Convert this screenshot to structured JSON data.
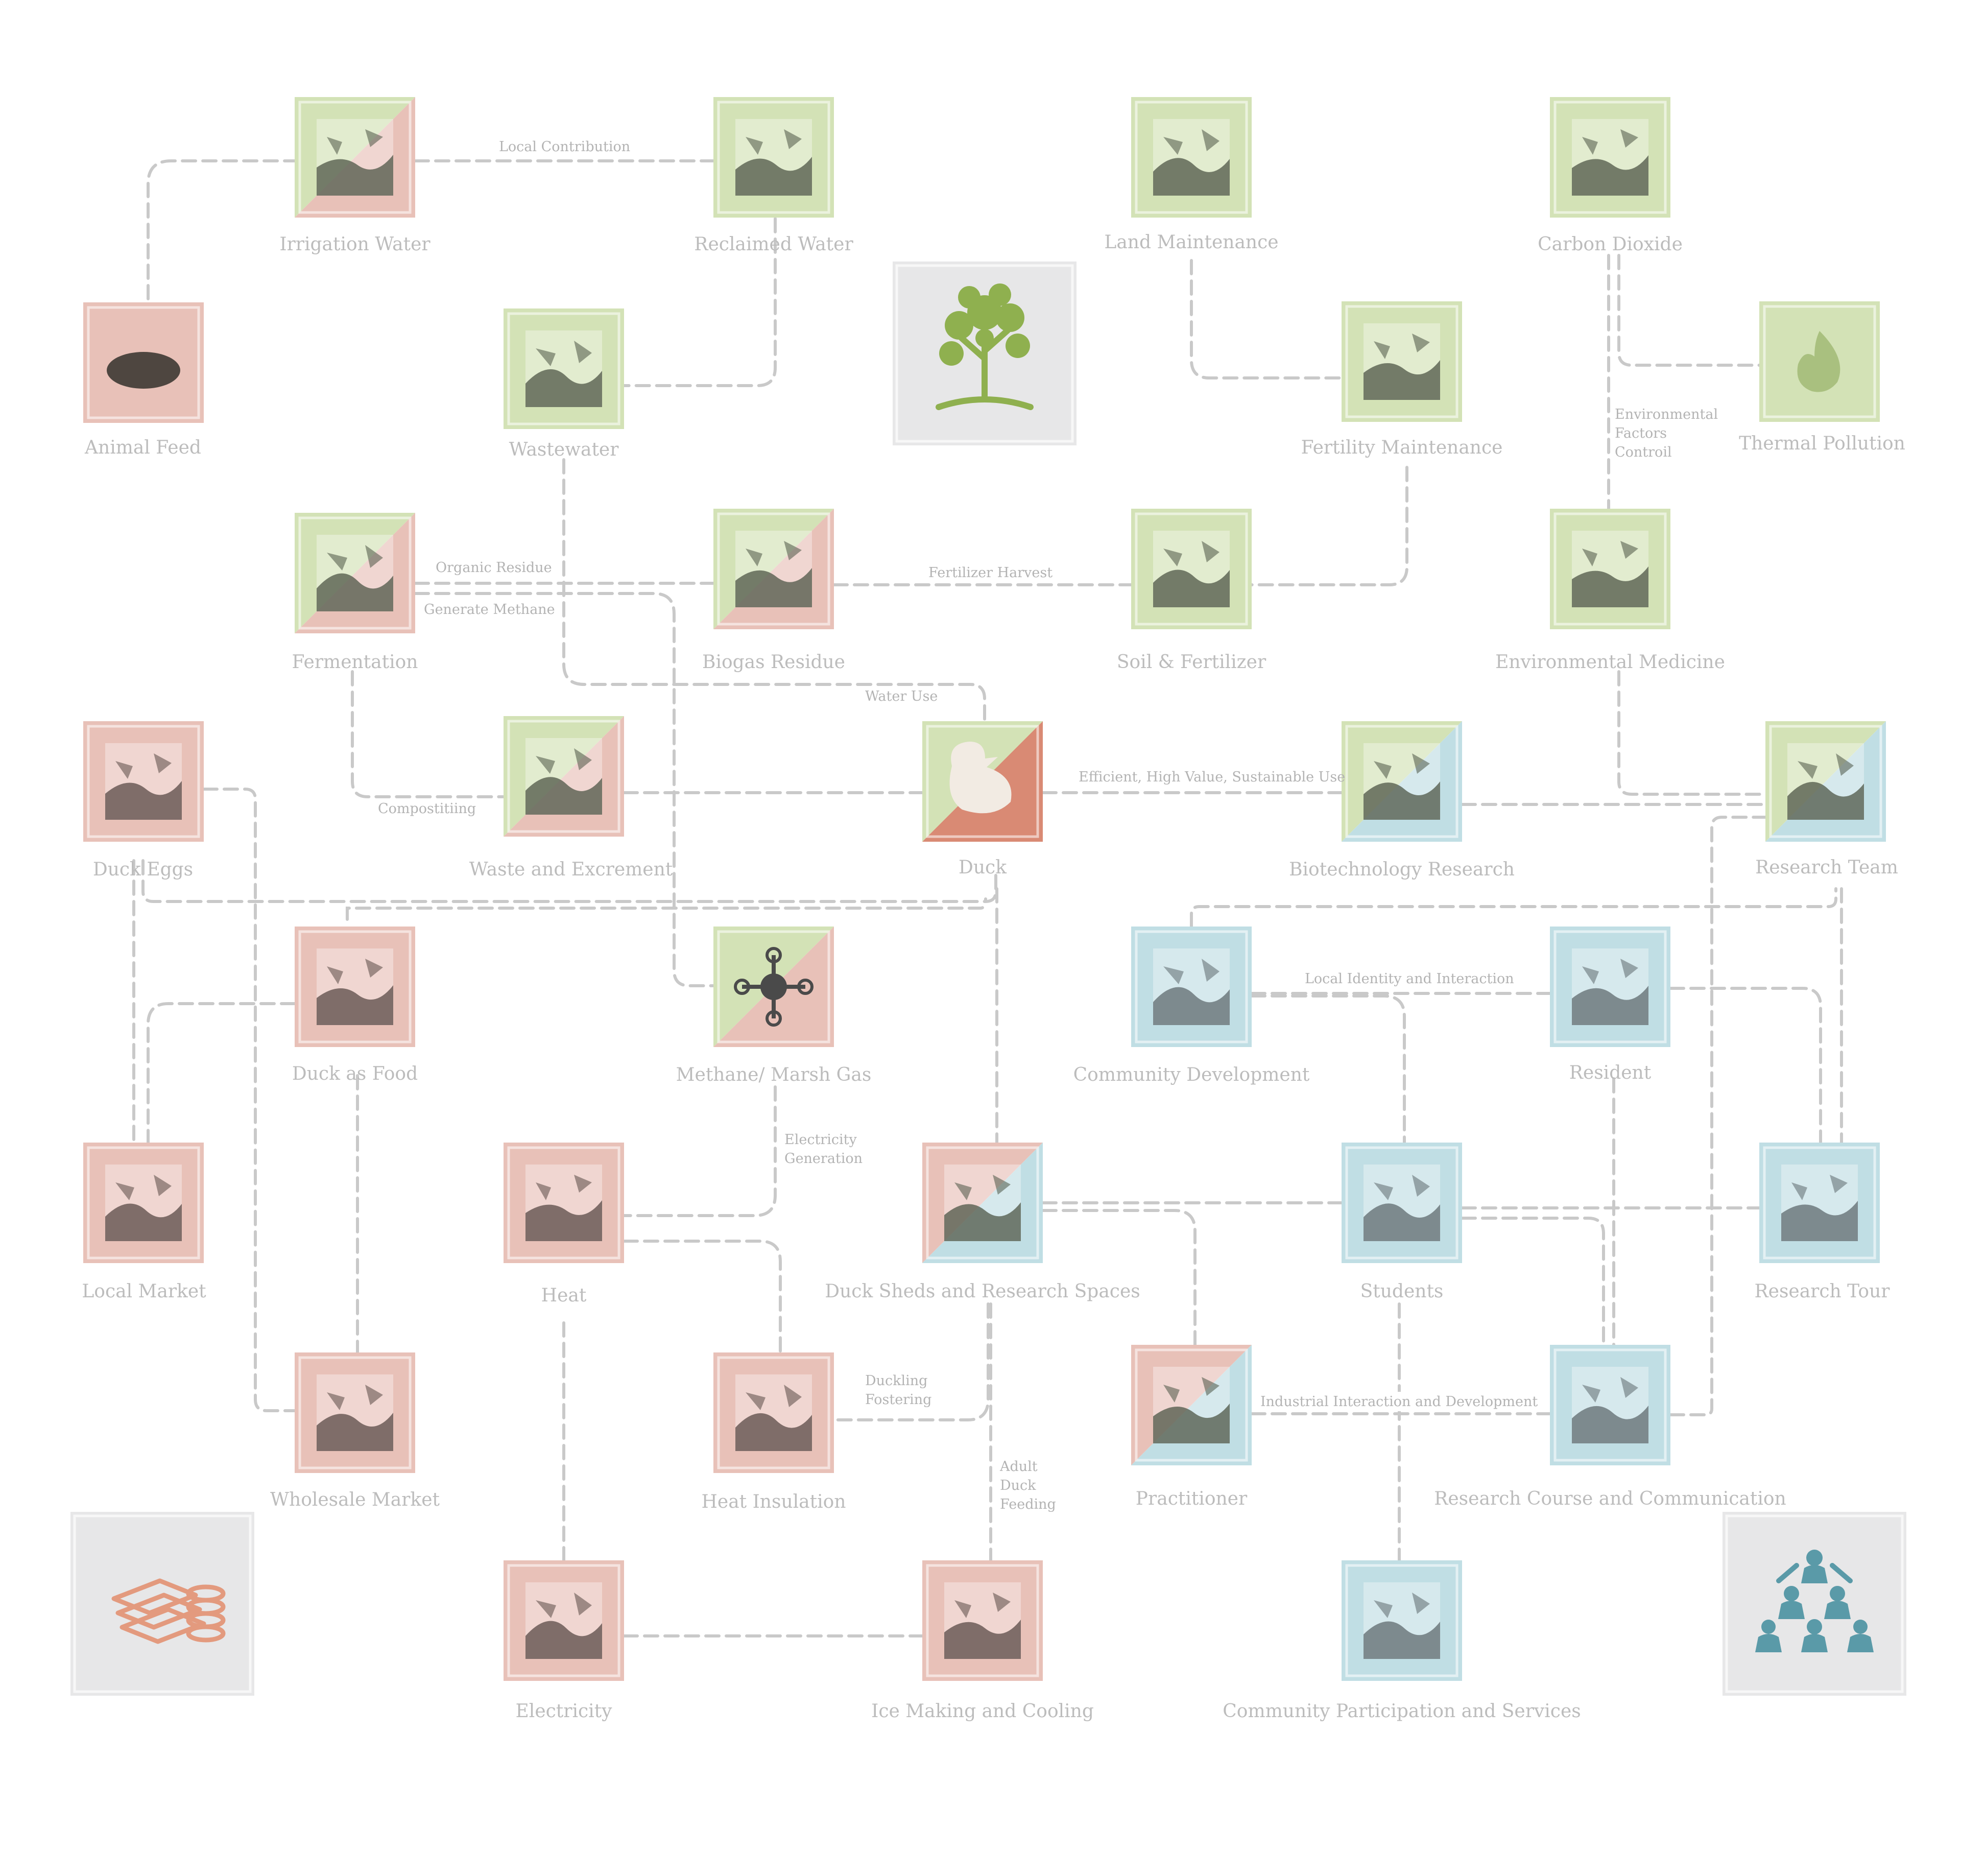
{
  "colors": {
    "eco": "#d3e2b6",
    "economy": "#e8c1b8",
    "social": "#c0dee4",
    "economy_strong": "#d98a74",
    "icon_panel": "#e7e7e8",
    "line": "#c9c9c9",
    "label": "#bcbcbc"
  },
  "nodes": [
    {
      "id": "irrigation_water",
      "label": "Irrigation Water",
      "category": "eco-economy",
      "icon": "water-landscape-icon"
    },
    {
      "id": "reclaimed_water",
      "label": "Reclaimed Water",
      "category": "eco",
      "icon": "water-ripple-icon"
    },
    {
      "id": "land_maintenance",
      "label": "Land Maintenance",
      "category": "eco",
      "icon": "field-worker-icon"
    },
    {
      "id": "carbon_dioxide",
      "label": "Carbon Dioxide",
      "category": "eco",
      "icon": "smoke-cloud-icon"
    },
    {
      "id": "animal_feed",
      "label": "Animal Feed",
      "category": "economy",
      "icon": "grain-pile-icon"
    },
    {
      "id": "wastewater",
      "label": "Wastewater",
      "category": "eco",
      "icon": "drain-water-icon"
    },
    {
      "id": "fertility_maintenance",
      "label": "Fertility Maintenance",
      "category": "eco",
      "icon": "soil-block-icon"
    },
    {
      "id": "thermal_pollution",
      "label": "Thermal Pollution",
      "category": "eco",
      "icon": "flame-icon"
    },
    {
      "id": "fermentation",
      "label": "Fermentation",
      "category": "eco-economy",
      "icon": "fermentation-tank-icon"
    },
    {
      "id": "biogas_residue",
      "label": "Biogas Residue",
      "category": "eco-economy",
      "icon": "hands-residue-icon"
    },
    {
      "id": "soil_fertilizer",
      "label": "Soil & Fertilizer",
      "category": "eco",
      "icon": "sprout-soil-icon"
    },
    {
      "id": "environmental_medicine",
      "label": "Environmental Medicine",
      "category": "eco",
      "icon": "herbs-icon"
    },
    {
      "id": "duck_eggs",
      "label": "Duck Eggs",
      "category": "economy",
      "icon": "eggs-icon"
    },
    {
      "id": "waste_excrement",
      "label": "Waste and Excrement",
      "category": "eco-economy",
      "icon": "excrement-icon"
    },
    {
      "id": "duck",
      "label": "Duck",
      "category": "duck",
      "icon": "duck-icon"
    },
    {
      "id": "biotech_research",
      "label": "Biotechnology Research",
      "category": "eco-social",
      "icon": "lab-research-icon"
    },
    {
      "id": "research_team",
      "label": "Research Team",
      "category": "eco-social",
      "icon": "researchers-icon"
    },
    {
      "id": "duck_as_food",
      "label": "Duck as Food",
      "category": "economy",
      "icon": "roast-duck-icon"
    },
    {
      "id": "methane",
      "label": "Methane/ Marsh Gas",
      "category": "eco-economy",
      "icon": "molecule-icon"
    },
    {
      "id": "community_development",
      "label": "Community Development",
      "category": "social",
      "icon": "building-structure-icon"
    },
    {
      "id": "resident",
      "label": "Resident",
      "category": "social",
      "icon": "residents-icon"
    },
    {
      "id": "local_market",
      "label": "Local Market",
      "category": "economy",
      "icon": "market-stall-icon"
    },
    {
      "id": "heat",
      "label": "Heat",
      "category": "economy",
      "icon": "sunset-icon"
    },
    {
      "id": "duck_sheds",
      "label": "Duck Sheds and Research Spaces",
      "category": "economy-social",
      "icon": "greenhouse-icon"
    },
    {
      "id": "students",
      "label": "Students",
      "category": "social",
      "icon": "student-icon"
    },
    {
      "id": "research_tour",
      "label": "Research Tour",
      "category": "social",
      "icon": "tour-group-icon"
    },
    {
      "id": "wholesale_market",
      "label": "Wholesale Market",
      "category": "economy",
      "icon": "warehouse-icon"
    },
    {
      "id": "heat_insulation",
      "label": "Heat Insulation",
      "category": "economy",
      "icon": "ducklings-heat-icon"
    },
    {
      "id": "practitioner",
      "label": "Practitioner",
      "category": "economy-social",
      "icon": "crowd-icon"
    },
    {
      "id": "research_course",
      "label": "Research Course and Communication",
      "category": "social",
      "icon": "classroom-icon"
    },
    {
      "id": "electricity",
      "label": "Electricity",
      "category": "economy",
      "icon": "lightning-icon"
    },
    {
      "id": "ice_making",
      "label": "Ice Making and Cooling",
      "category": "economy",
      "icon": "ice-cubes-icon"
    },
    {
      "id": "community_participation",
      "label": "Community Participation and Services",
      "category": "social",
      "icon": "volunteers-icon"
    }
  ],
  "feature_icons": [
    {
      "id": "ecology",
      "icon": "tree-icon",
      "color": "#8fb04f"
    },
    {
      "id": "economy",
      "icon": "money-coins-icon",
      "color": "#e39a7e"
    },
    {
      "id": "society",
      "icon": "people-pyramid-icon",
      "color": "#5a9aa8"
    }
  ],
  "edge_labels": [
    {
      "id": "local_contribution",
      "lines": [
        "Local Contribution"
      ]
    },
    {
      "id": "organic_residue",
      "lines": [
        "Organic Residue"
      ]
    },
    {
      "id": "generate_methane",
      "lines": [
        "Generate Methane"
      ]
    },
    {
      "id": "fertilizer_harvest",
      "lines": [
        "Fertilizer Harvest"
      ]
    },
    {
      "id": "environmental_factors",
      "lines": [
        "Environmental",
        "Factors",
        "Controil"
      ]
    },
    {
      "id": "water_use",
      "lines": [
        "Water Use"
      ]
    },
    {
      "id": "compostiting",
      "lines": [
        "Compostitiing"
      ]
    },
    {
      "id": "efficient_use",
      "lines": [
        "Efficient, High Value, Sustainable Use"
      ]
    },
    {
      "id": "local_identity",
      "lines": [
        "Local Identity and Interaction"
      ]
    },
    {
      "id": "electricity_generation",
      "lines": [
        "Electricity",
        "Generation"
      ]
    },
    {
      "id": "duckling_fostering",
      "lines": [
        "Duckling",
        "Fostering"
      ]
    },
    {
      "id": "industrial_interaction",
      "lines": [
        "Industrial Interaction and Development"
      ]
    },
    {
      "id": "adult_duck_feeding",
      "lines": [
        "Adult",
        "Duck",
        "Feeding"
      ]
    }
  ]
}
